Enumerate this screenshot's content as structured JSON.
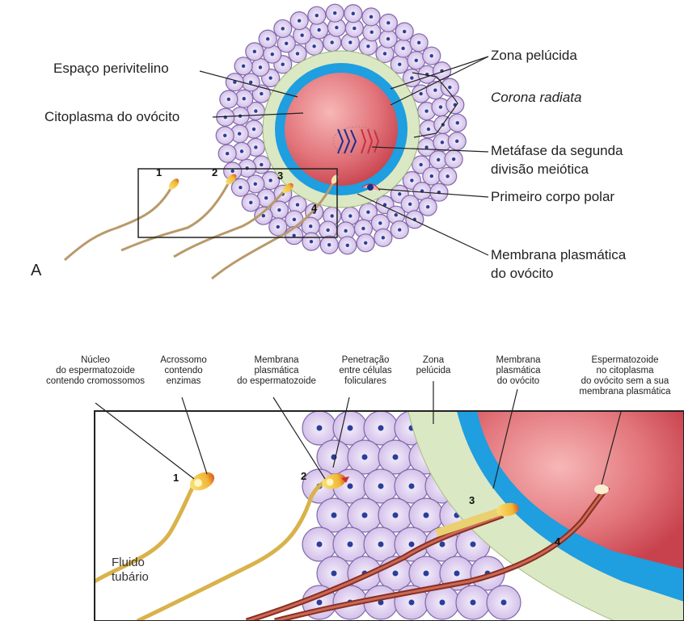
{
  "panel_a": {
    "letter": "A",
    "labels": {
      "espaco_perivitelino": "Espaço perivitelino",
      "citoplasma_ovocito": "Citoplasma do ovócito",
      "zona_pelucida": "Zona pelúcida",
      "corona_radiata": "Corona radiata",
      "metafase_l1": "Metáfase da segunda",
      "metafase_l2": "divisão meiótica",
      "primeiro_corpo_polar": "Primeiro corpo polar",
      "membrana_plasmatica_l1": "Membrana plasmática",
      "membrana_plasmatica_l2": "do ovócito"
    },
    "numbers": [
      "1",
      "2",
      "3",
      "4"
    ]
  },
  "panel_b": {
    "labels": {
      "nucleo": [
        "Núcleo",
        "do espermatozoide",
        "contendo cromossomos"
      ],
      "acrossomo": [
        "Acrossomo",
        "contendo",
        "enzimas"
      ],
      "membrana_esperm": [
        "Membrana",
        "plasmática",
        "do espermatozoide"
      ],
      "penetracao": [
        "Penetração",
        "entre células",
        "foliculares"
      ],
      "zona": [
        "Zona",
        "pelúcida"
      ],
      "membrana_ovocito": [
        "Membrana",
        "plasmática",
        "do ovócito"
      ],
      "espermatozoide_citoplasma": [
        "Espermatozoide",
        "no citoplasma",
        "do ovócito sem a sua",
        "membrana plasmática"
      ]
    },
    "fluid": [
      "Fluido",
      "tubário"
    ],
    "numbers": [
      "1",
      "2",
      "3",
      "4"
    ]
  },
  "colors": {
    "follicle_fill": "#ddd0ec",
    "follicle_stroke": "#7f6aa8",
    "follicle_nucleus": "#2a3f9a",
    "zona_pelucida": "#dbe8c4",
    "perivitelline_blue": "#1f9ee0",
    "oocyte_fill": "#e2757b",
    "sperm_tail": "#b89a6a",
    "sperm_head": "#f0c030"
  }
}
